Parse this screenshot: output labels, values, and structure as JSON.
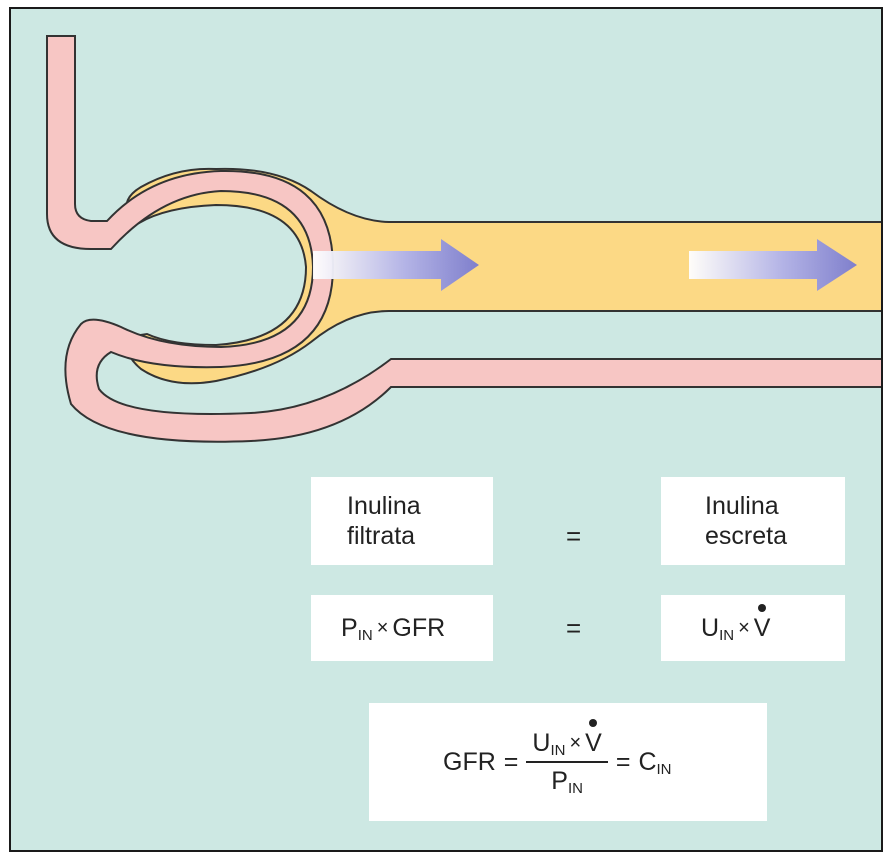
{
  "colors": {
    "background": "#cde8e3",
    "tube_pink": "#f7c6c4",
    "capsule_yellow": "#fcd985",
    "arrow_blue": "#8383cf",
    "outline": "#333333"
  },
  "labels": {
    "inulin_filtered": [
      "Inulina",
      "filtrata"
    ],
    "inulin_excreted": [
      "Inulina",
      "escreta"
    ],
    "equals": "="
  },
  "formula_row": {
    "left": {
      "symbol": "P",
      "subscript": "IN",
      "operator": "×",
      "term": "GFR"
    },
    "right": {
      "symbol": "U",
      "subscript": "IN",
      "operator": "×",
      "term": "V"
    }
  },
  "gfr_formula": {
    "lhs": "GFR",
    "equals": "=",
    "numerator": {
      "symbol": "U",
      "subscript": "IN",
      "operator": "×",
      "term": "V"
    },
    "denominator": {
      "symbol": "P",
      "subscript": "IN"
    },
    "result": {
      "symbol": "C",
      "subscript": "IN"
    }
  }
}
